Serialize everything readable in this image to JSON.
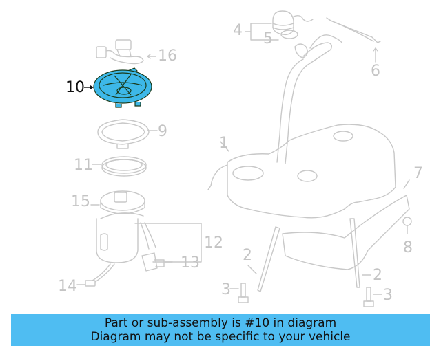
{
  "diagram": {
    "highlighted_part": "10",
    "colors": {
      "line": "#c8c8c8",
      "highlight_fill": "#3db8e8",
      "highlight_stroke": "#1a3a1a",
      "active_label": "#111111",
      "banner": "#4fbdf2"
    },
    "callouts": [
      {
        "id": "1",
        "label": "1"
      },
      {
        "id": "2a",
        "label": "2"
      },
      {
        "id": "2b",
        "label": "2"
      },
      {
        "id": "3a",
        "label": "3"
      },
      {
        "id": "3b",
        "label": "3"
      },
      {
        "id": "4",
        "label": "4"
      },
      {
        "id": "5",
        "label": "5"
      },
      {
        "id": "6",
        "label": "6"
      },
      {
        "id": "7",
        "label": "7"
      },
      {
        "id": "8",
        "label": "8"
      },
      {
        "id": "9",
        "label": "9"
      },
      {
        "id": "10",
        "label": "10"
      },
      {
        "id": "11",
        "label": "11"
      },
      {
        "id": "12",
        "label": "12"
      },
      {
        "id": "13",
        "label": "13"
      },
      {
        "id": "14",
        "label": "14"
      },
      {
        "id": "15",
        "label": "15"
      },
      {
        "id": "16",
        "label": "16"
      }
    ]
  },
  "banner": {
    "line1": "Part or sub-assembly is #10 in diagram",
    "line2": "Diagram may not be specific to your vehicle"
  }
}
